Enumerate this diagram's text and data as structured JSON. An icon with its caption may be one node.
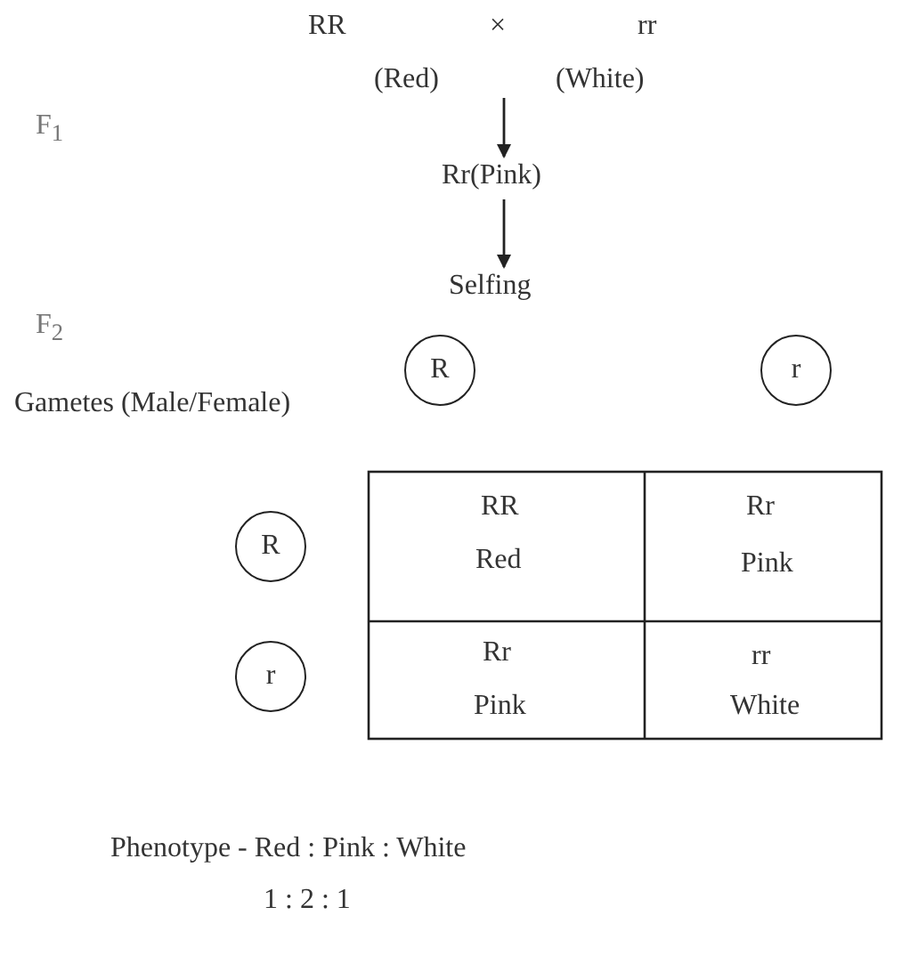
{
  "diagram": {
    "nodes": [
      {
        "text": [
          "RR",
          "(Red)"
        ]
      },
      {
        "text": [
          "×"
        ]
      },
      {
        "text": [
          "rr",
          "(White)"
        ]
      },
      {
        "text": [
          "Rr(Pink)"
        ]
      },
      {
        "text": [
          "Selfing"
        ]
      },
      {
        "text": [
          "R"
        ]
      },
      {
        "text": [
          "r"
        ]
      },
      {
        "text": [
          "R"
        ]
      },
      {
        "text": [
          "r"
        ]
      }
    ],
    "edges": [
      {
        "from": null,
        "to": 3,
        "arrow": "to"
      },
      {
        "from": 3,
        "to": 4,
        "arrow": "to"
      }
    ],
    "labels": [
      "F$_{1}$",
      "F$_{2}$",
      "Gametes (Male/Female)",
      "RR",
      "Red",
      "Rr",
      "Pink",
      "Rr",
      "Pink",
      "rr",
      "White",
      "Phenotype - Red : Pink : White",
      "1 : 2 : 1"
    ]
  }
}
